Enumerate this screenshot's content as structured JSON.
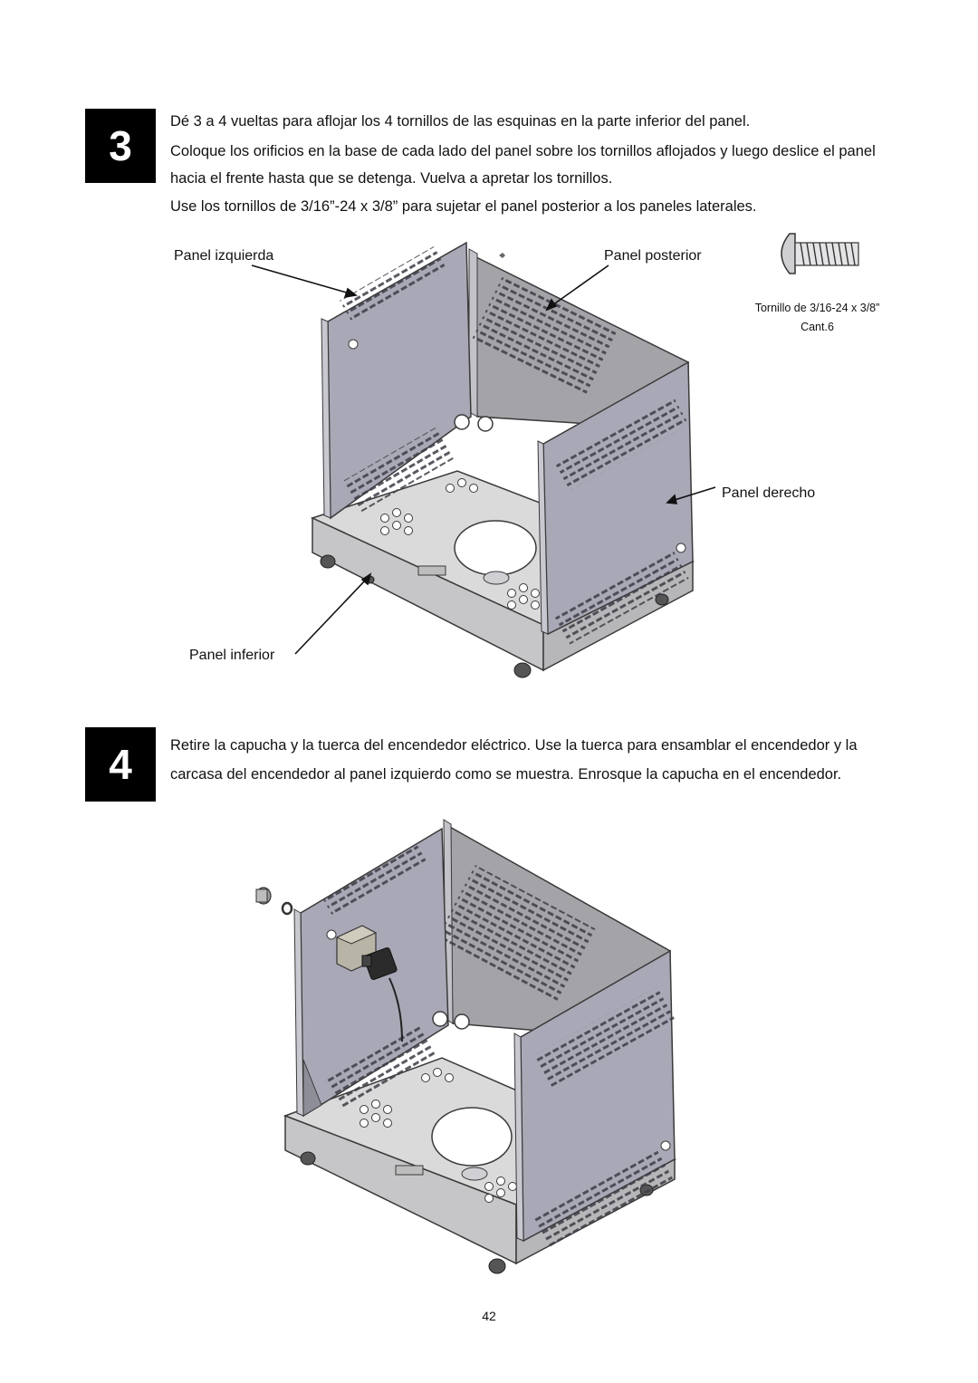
{
  "step3": {
    "number": "3",
    "line1": "Dé 3 a 4 vueltas para aflojar los 4 tornillos de las esquinas en la parte inferior del panel.",
    "line2": "Coloque los orificios en la base de cada lado del panel sobre los tornillos aflojados y luego deslice el panel hacia el frente hasta que se detenga. Vuelva a apretar los tornillos.",
    "line3": "Use los tornillos de 3/16”-24 x 3/8” para sujetar el panel posterior a los paneles laterales.",
    "labels": {
      "left_panel": "Panel izquierda",
      "back_panel": "Panel posterior",
      "right_panel": "Panel derecho",
      "bottom_panel": "Panel inferior"
    },
    "screw": {
      "name": "Tornillo de 3/16-24 x 3/8”",
      "qty": "Cant.6"
    }
  },
  "step4": {
    "number": "4",
    "text": "Retire la capucha y la tuerca del encendedor eléctrico. Use la tuerca para ensamblar el encendedor y la carcasa del encendedor al panel izquierdo como se muestra. Enrosque la capucha en el encendedor."
  },
  "page_number": "42",
  "colors": {
    "panel_fill": "#a9a8b6",
    "back_fill": "#a3a3a8",
    "base_fill": "#dadada",
    "outline": "#3a3a3a"
  }
}
